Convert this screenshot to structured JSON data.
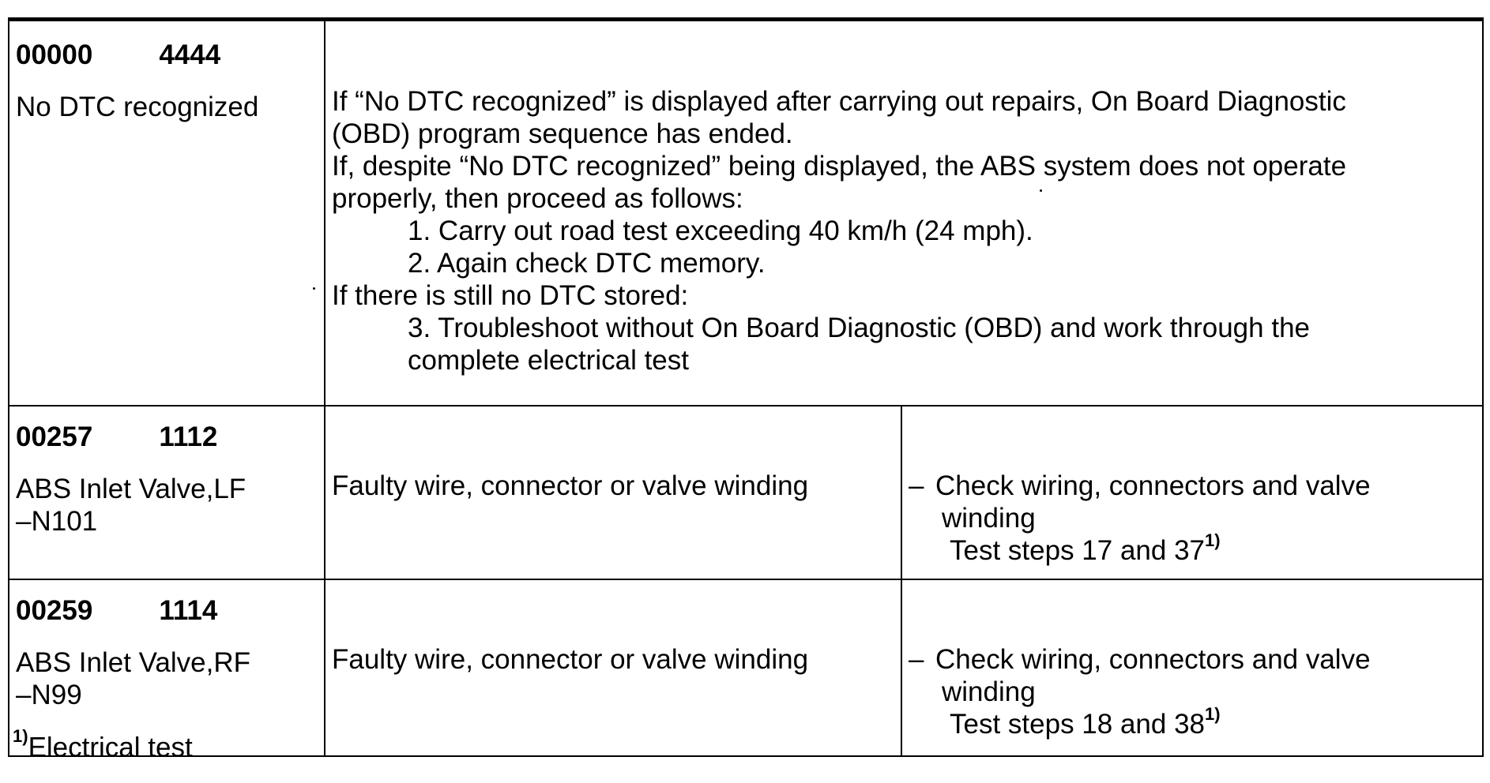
{
  "rows": [
    {
      "code": "00000",
      "code2": "4444",
      "label_lines": [
        "No DTC recognized"
      ],
      "info": {
        "lines": [
          "If “No DTC recognized” is displayed after carrying out repairs, On Board Diagnostic",
          "(OBD) program sequence has ended.",
          "If, despite “No DTC recognized” being displayed, the ABS system does not operate",
          "properly, then proceed as follows:",
          "1. Carry out road test exceeding 40 km/h (24 mph).",
          "2. Again check DTC memory.",
          "If there is still no DTC stored:",
          "3. Troubleshoot without On Board Diagnostic (OBD) and work through the",
          "complete electrical test"
        ]
      }
    },
    {
      "code": "00257",
      "code2": "1112",
      "label_lines": [
        "ABS Inlet Valve,LF",
        "–N101"
      ],
      "cause": "Faulty wire, connector or valve winding",
      "remedy": {
        "dash": "–",
        "line1": "Check wiring, connectors and valve",
        "line2": "winding",
        "line3": "Test steps 17 and 37",
        "footnote_ref": "1)"
      }
    },
    {
      "code": "00259",
      "code2": "1114",
      "label_lines": [
        "ABS Inlet Valve,RF",
        "–N99"
      ],
      "cause": "Faulty wire, connector or valve winding",
      "remedy": {
        "dash": "–",
        "line1": "Check wiring, connectors and valve",
        "line2": "winding",
        "line3": "Test steps 18 and 38",
        "footnote_ref": "1)"
      }
    }
  ],
  "footnote": {
    "marker": "1)",
    "text": "Electrical test"
  }
}
